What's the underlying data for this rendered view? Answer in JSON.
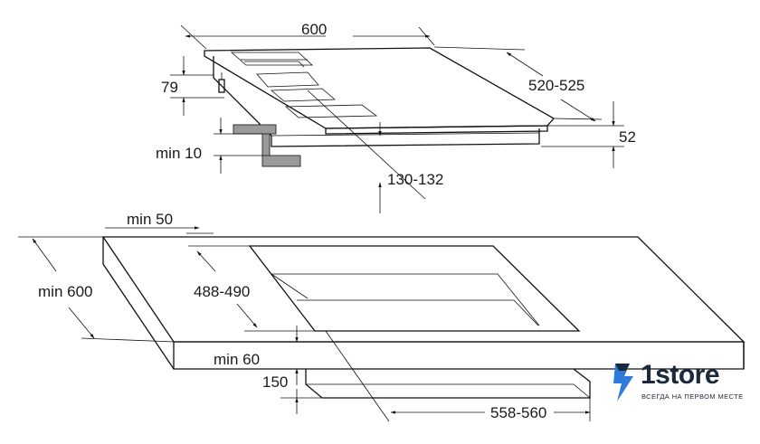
{
  "dimensions": {
    "width_600": "600",
    "depth_520_525": "520-525",
    "height_79": "79",
    "height_52": "52",
    "min_10": "min 10",
    "offset_130_132": "130-132",
    "min_50": "min 50",
    "min_600": "min 600",
    "cutout_488_490": "488-490",
    "min_60": "min 60",
    "height_150": "150",
    "cutout_558_560": "558-560"
  },
  "logo": {
    "name": "1store",
    "tagline": "ВСЕГДА НА ПЕРВОМ МЕСТЕ",
    "bolt_color": "#2f7bdc"
  }
}
